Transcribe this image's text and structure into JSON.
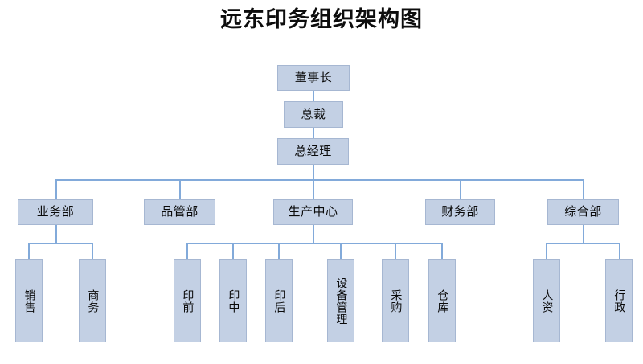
{
  "title": "远东印务组织架构图",
  "colors": {
    "node_fill": "#c3d0e4",
    "node_border": "#a6b7d2",
    "connector": "#82aada",
    "text": "#0a0a0a",
    "background": "#ffffff"
  },
  "chart_data": {
    "type": "diagram",
    "subtype": "org-chart",
    "title": "远东印务组织架构图",
    "orientation": "top-down",
    "levels": 4,
    "nodes": [
      {
        "id": "n1",
        "label": "董事长",
        "level": 1,
        "parent": null
      },
      {
        "id": "n2",
        "label": "总裁",
        "level": 2,
        "parent": "n1"
      },
      {
        "id": "n3",
        "label": "总经理",
        "level": 3,
        "parent": "n2"
      },
      {
        "id": "d1",
        "label": "业务部",
        "level": 4,
        "parent": "n3"
      },
      {
        "id": "d2",
        "label": "品管部",
        "level": 4,
        "parent": "n3"
      },
      {
        "id": "d3",
        "label": "生产中心",
        "level": 4,
        "parent": "n3"
      },
      {
        "id": "d4",
        "label": "财务部",
        "level": 4,
        "parent": "n3"
      },
      {
        "id": "d5",
        "label": "综合部",
        "level": 4,
        "parent": "n3"
      },
      {
        "id": "s1",
        "label": "销售",
        "level": 5,
        "parent": "d1"
      },
      {
        "id": "s2",
        "label": "商务",
        "level": 5,
        "parent": "d1"
      },
      {
        "id": "s3",
        "label": "印前",
        "level": 5,
        "parent": "d3"
      },
      {
        "id": "s4",
        "label": "印中",
        "level": 5,
        "parent": "d3"
      },
      {
        "id": "s5",
        "label": "印后",
        "level": 5,
        "parent": "d3"
      },
      {
        "id": "s6",
        "label": "设备管理",
        "level": 5,
        "parent": "d3"
      },
      {
        "id": "s7",
        "label": "采购",
        "level": 5,
        "parent": "d3"
      },
      {
        "id": "s8",
        "label": "仓库",
        "level": 5,
        "parent": "d3"
      },
      {
        "id": "s9",
        "label": "人资",
        "level": 5,
        "parent": "d5"
      },
      {
        "id": "s10",
        "label": "行政",
        "level": 5,
        "parent": "d5"
      }
    ]
  },
  "executive": {
    "chairman": "董事长",
    "president": "总裁",
    "general_manager": "总经理"
  },
  "departments": [
    {
      "label": "业务部"
    },
    {
      "label": "品管部"
    },
    {
      "label": "生产中心"
    },
    {
      "label": "财务部"
    },
    {
      "label": "综合部"
    }
  ],
  "sales_units": [
    {
      "label": "销售"
    },
    {
      "label": "商务"
    }
  ],
  "production_units": [
    {
      "label": "印前"
    },
    {
      "label": "印中"
    },
    {
      "label": "印后"
    },
    {
      "label": "设备管理"
    },
    {
      "label": "采购"
    },
    {
      "label": "仓库"
    }
  ],
  "general_units": [
    {
      "label": "人资"
    },
    {
      "label": "行政"
    }
  ]
}
